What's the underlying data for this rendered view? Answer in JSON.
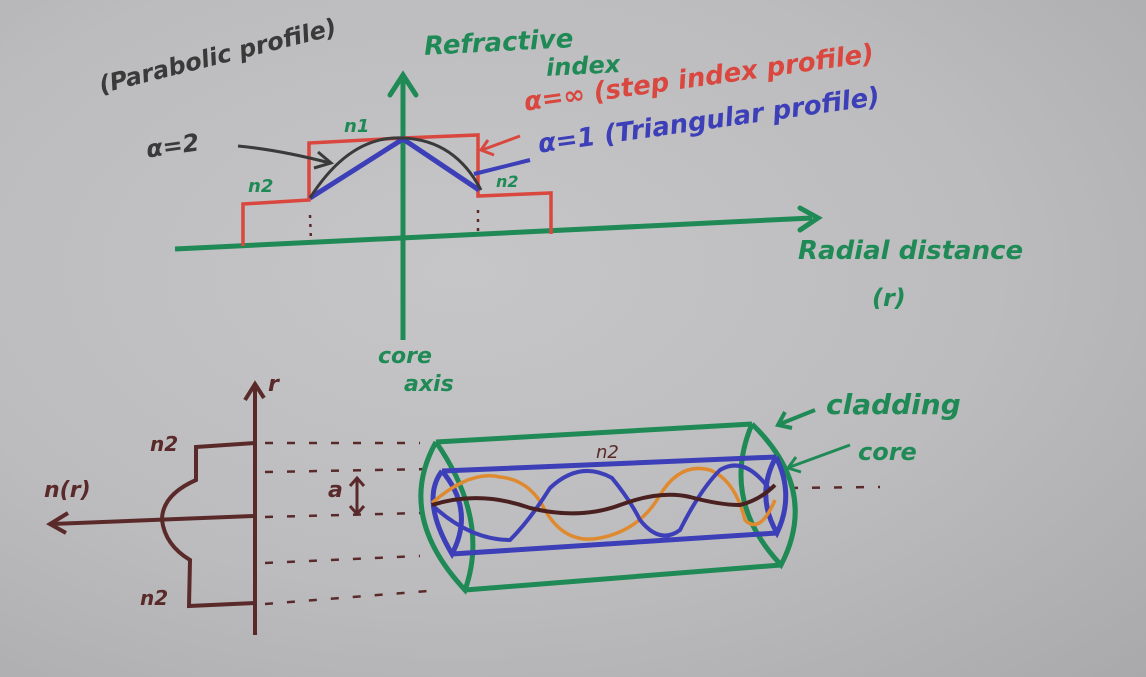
{
  "colors": {
    "paper": "#bdbdbf",
    "axes_green": "#1f8a55",
    "step_red": "#d9473f",
    "triangular_blue": "#3d3fb8",
    "parabolic_dark": "#3a3a3a",
    "profile_maroon": "#5a2a2a",
    "ray_orange": "#e08a30",
    "ray_brown": "#4a2020"
  },
  "top_graph": {
    "y_axis_label_line1": "Refractive",
    "y_axis_label_line2": "index",
    "x_axis_label_line1": "Radial distance",
    "x_axis_label_line2": "(r)",
    "core_axis_label_line1": "core",
    "core_axis_label_line2": "axis",
    "n1_label": "n1",
    "n2_left_label": "n2",
    "n2_right_label": "n2",
    "parabolic_label_line1": "(Parabolic profile)",
    "parabolic_label_line2": "α=2",
    "step_label": "α=∞ (step index profile)",
    "triangular_label": "α=1 (Triangular profile)"
  },
  "bottom_diagram": {
    "r_axis_label": "r",
    "n_r_label": "n(r)",
    "n2_top_label": "n2",
    "n2_bottom_label": "n2",
    "a_label": "a",
    "fiber_n2_label": "n2",
    "cladding_label": "cladding",
    "core_label": "core"
  }
}
